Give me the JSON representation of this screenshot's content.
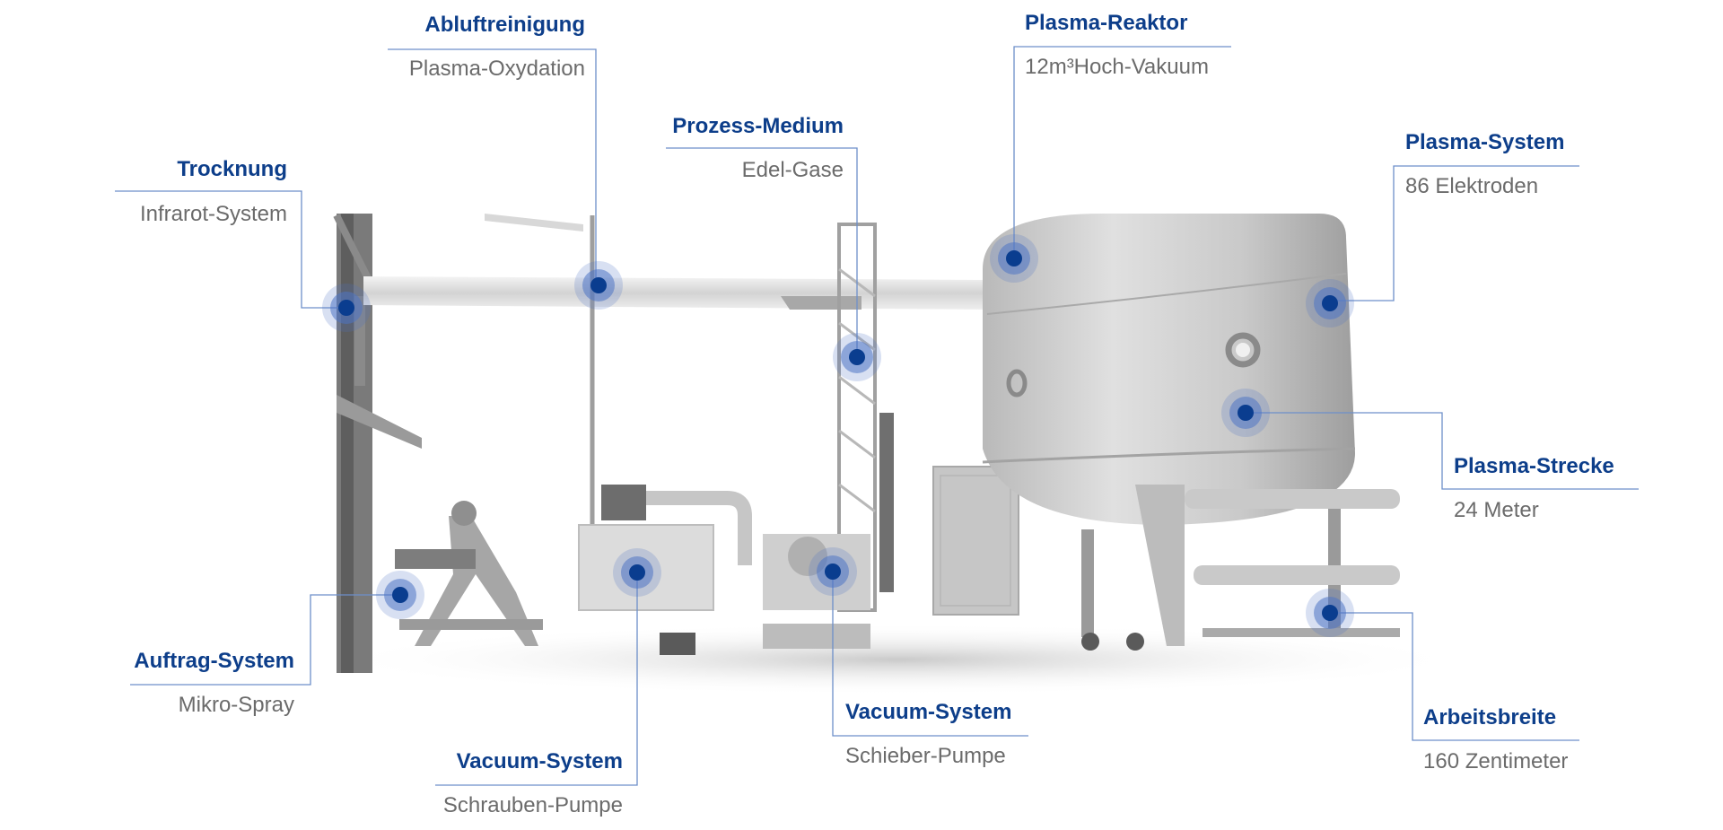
{
  "colors": {
    "title": "#0d3e8a",
    "subtitle": "#6b6b6b",
    "leader_line": "#6d8fc9",
    "hotspot_core": "#0a3d8f",
    "hotspot_ring": "#4f74c4"
  },
  "callouts": [
    {
      "id": "trocknung",
      "title": "Trocknung",
      "subtitle": "Infrarot-System"
    },
    {
      "id": "abluftreinigung",
      "title": "Abluftreinigung",
      "subtitle": "Plasma-Oxydation"
    },
    {
      "id": "prozess-medium",
      "title": "Prozess-Medium",
      "subtitle": "Edel-Gase"
    },
    {
      "id": "plasma-reaktor",
      "title": "Plasma-Reaktor",
      "subtitle": "12m³Hoch-Vakuum"
    },
    {
      "id": "plasma-system",
      "title": "Plasma-System",
      "subtitle": "86 Elektroden"
    },
    {
      "id": "plasma-strecke",
      "title": "Plasma-Strecke",
      "subtitle": "24 Meter"
    },
    {
      "id": "arbeitsbreite",
      "title": "Arbeitsbreite",
      "subtitle": "160 Zentimeter"
    },
    {
      "id": "vacuum-system-schieber",
      "title": "Vacuum-System",
      "subtitle": "Schieber-Pumpe"
    },
    {
      "id": "vacuum-system-schrauben",
      "title": "Vacuum-System",
      "subtitle": "Schrauben-Pumpe"
    },
    {
      "id": "auftrag-system",
      "title": "Auftrag-System",
      "subtitle": "Mikro-Spray"
    }
  ]
}
